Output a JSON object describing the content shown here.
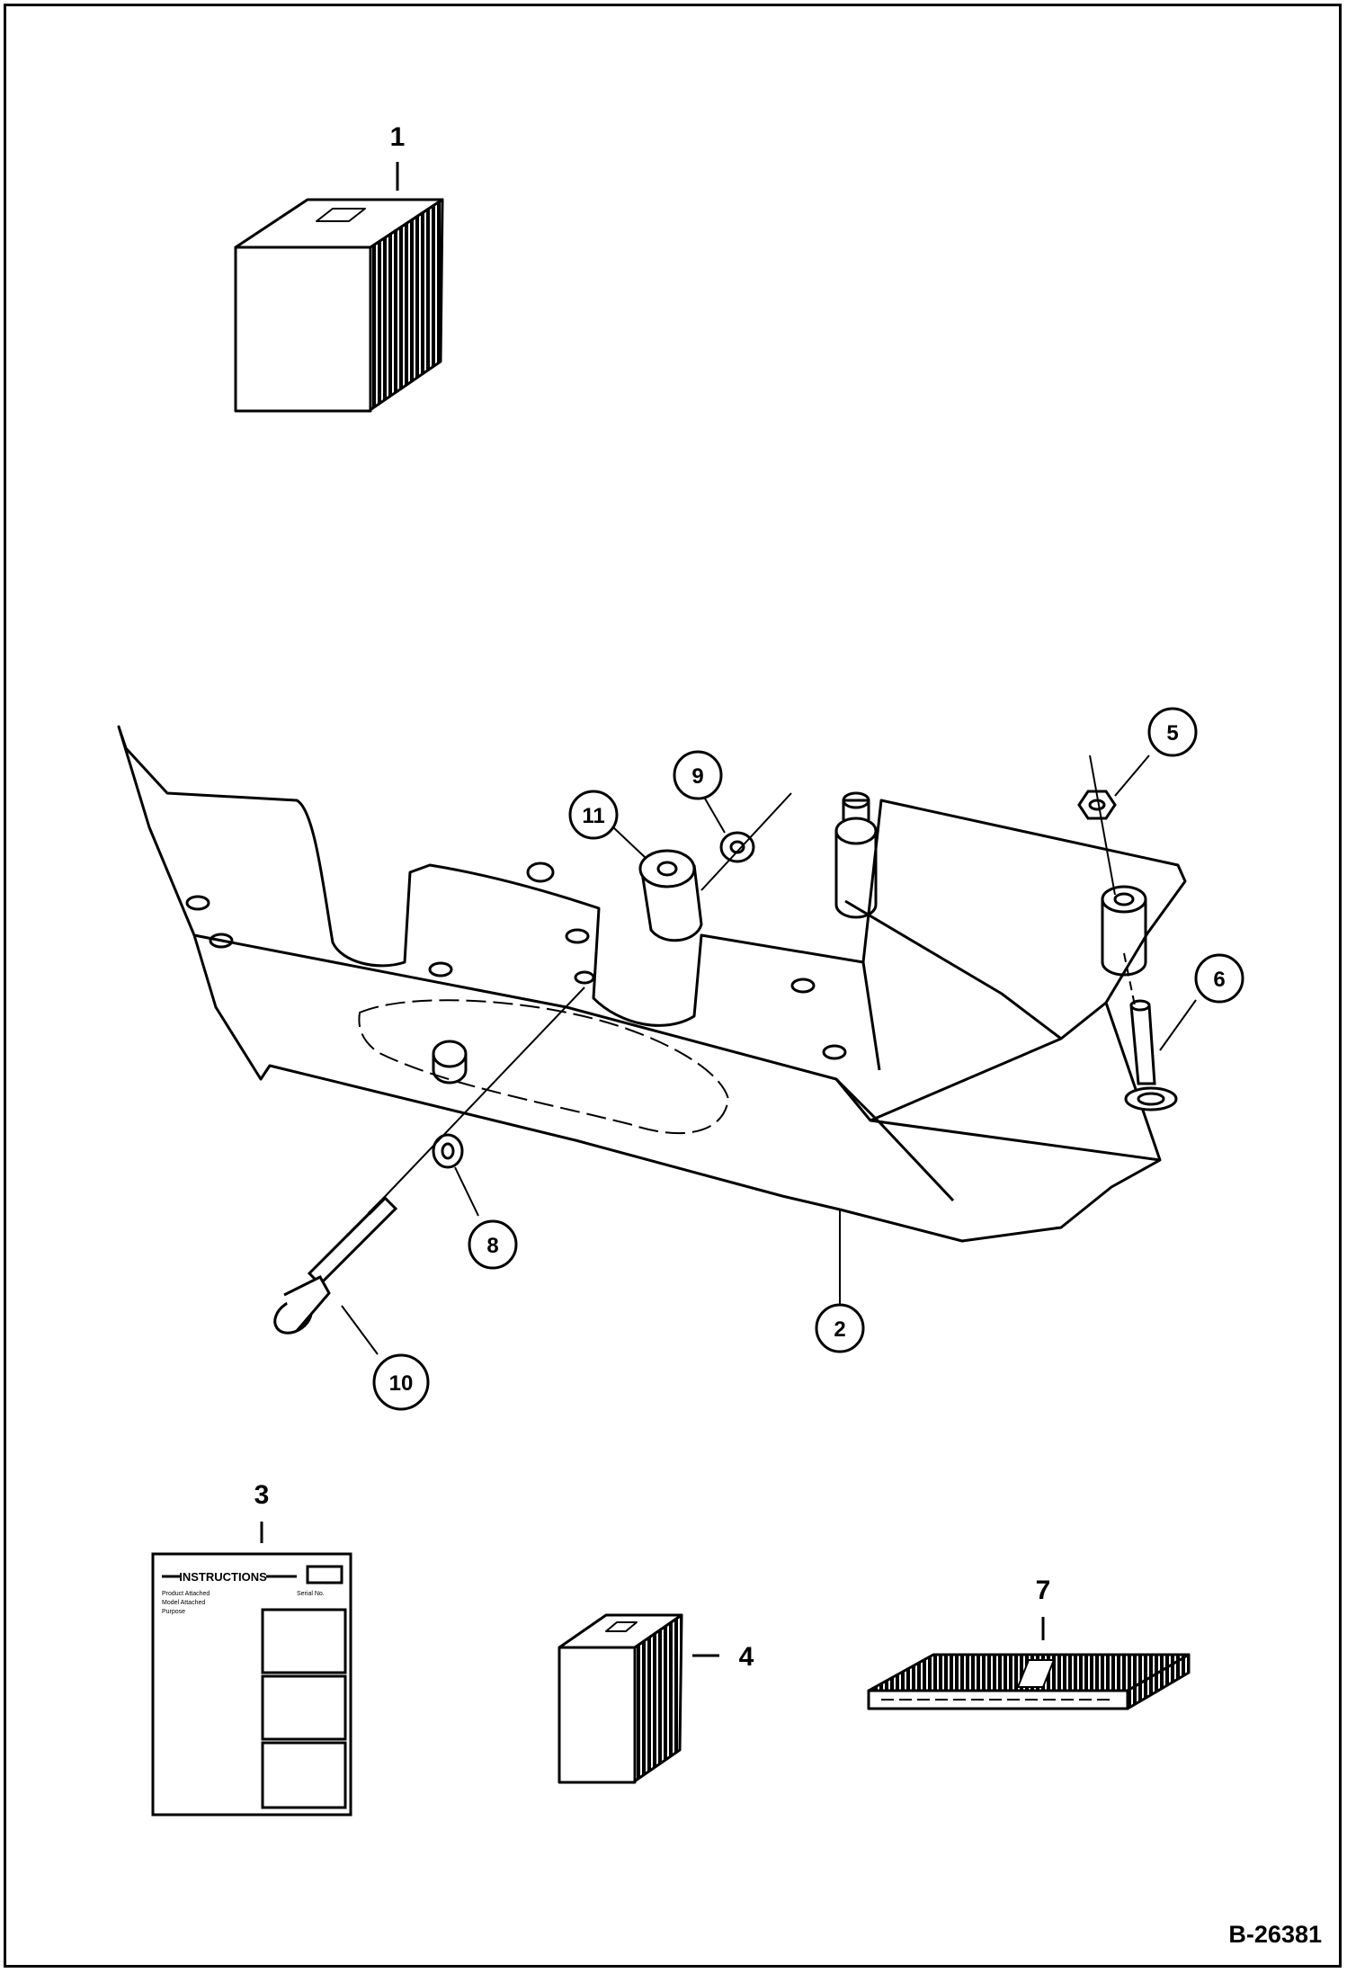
{
  "figure_id": "B-26381",
  "callouts": {
    "c1": "1",
    "c2": "2",
    "c3": "3",
    "c4": "4",
    "c5": "5",
    "c6": "6",
    "c7": "7",
    "c8": "8",
    "c9": "9",
    "c10": "10",
    "c11": "11"
  },
  "instruction_sheet": {
    "heading": "INSTRUCTIONS",
    "line1": "Product Attached",
    "line2": "Model Attached",
    "line3": "Purpose",
    "line4": "Serial No."
  }
}
